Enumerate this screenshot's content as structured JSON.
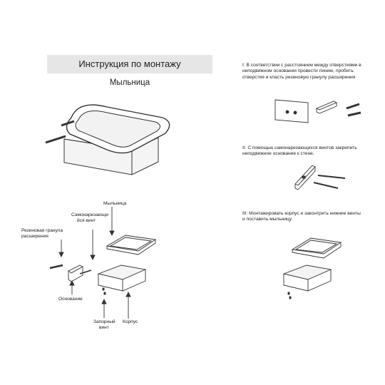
{
  "header": {
    "title": "Инструкция по монтажу",
    "product_name": "Мыльница"
  },
  "diagram_labels": {
    "soap_dish": "Мыльница",
    "self_tapping_screw_line1": "Самонарезающи",
    "self_tapping_screw_line2": "йся винт",
    "rubber_plug_line1": "Резиновая гранула",
    "rubber_plug_line2": "расширения",
    "base": "Основание",
    "locking_screw_line1": "Запорный",
    "locking_screw_line2": "винт",
    "body": "Корпус"
  },
  "steps": [
    {
      "line1": "I: В соответствии с расстоянием между отверстиями в",
      "line2": "неподвижном основании провести линию, пробить",
      "line3": "отверстия и класть резиновую гранулу расширения"
    },
    {
      "line1": "II: С помощью самонарезающихся винтов закрепить",
      "line2": "неподвижное основание к стене."
    },
    {
      "line1": "III: Монтажировать корпус и законтрить нижние винты",
      "line2": "и поставить мыльницу."
    }
  ],
  "colors": {
    "title_bar": "#e6e6e6",
    "line": "#333333"
  }
}
